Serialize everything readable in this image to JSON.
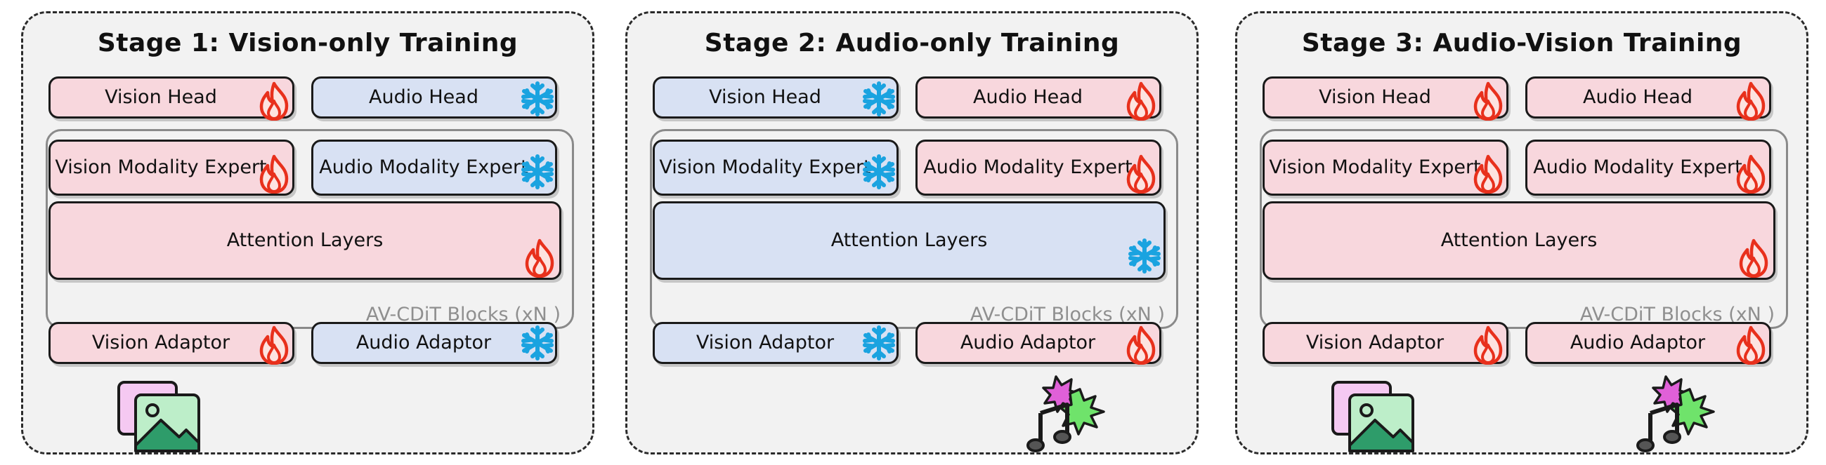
{
  "stages": [
    {
      "title": "Stage 1: Vision-only Training",
      "vision_head": "Vision Head",
      "audio_head": "Audio Head",
      "vision_expert": "Vision Modality Expert",
      "audio_expert": "Audio Modality Expert",
      "attention": "Attention Layers",
      "blocks_label": "AV-CDiT Blocks (xN )",
      "vision_adaptor": "Vision Adaptor",
      "audio_adaptor": "Audio Adaptor",
      "vision_state": "trainable",
      "audio_state": "frozen",
      "attention_state": "trainable",
      "media": [
        "image-icon"
      ]
    },
    {
      "title": "Stage 2: Audio-only Training",
      "vision_head": "Vision Head",
      "audio_head": "Audio Head",
      "vision_expert": "Vision Modality Expert",
      "audio_expert": "Audio Modality Expert",
      "attention": "Attention Layers",
      "blocks_label": "AV-CDiT Blocks (xN )",
      "vision_adaptor": "Vision Adaptor",
      "audio_adaptor": "Audio Adaptor",
      "vision_state": "frozen",
      "audio_state": "trainable",
      "attention_state": "frozen",
      "media": [
        "music-icon"
      ]
    },
    {
      "title": "Stage 3: Audio-Vision Training",
      "vision_head": "Vision Head",
      "audio_head": "Audio Head",
      "vision_expert": "Vision Modality Expert",
      "audio_expert": "Audio Modality Expert",
      "attention": "Attention Layers",
      "blocks_label": "AV-CDiT Blocks (xN )",
      "vision_adaptor": "Vision Adaptor",
      "audio_adaptor": "Audio Adaptor",
      "vision_state": "trainable",
      "audio_state": "trainable",
      "attention_state": "trainable",
      "media": [
        "image-icon",
        "music-icon"
      ]
    }
  ],
  "colors": {
    "trainable": "#f8d7dd",
    "frozen": "#d8e1f3",
    "flame": "#e8301c",
    "snowflake": "#1aa3e0"
  }
}
